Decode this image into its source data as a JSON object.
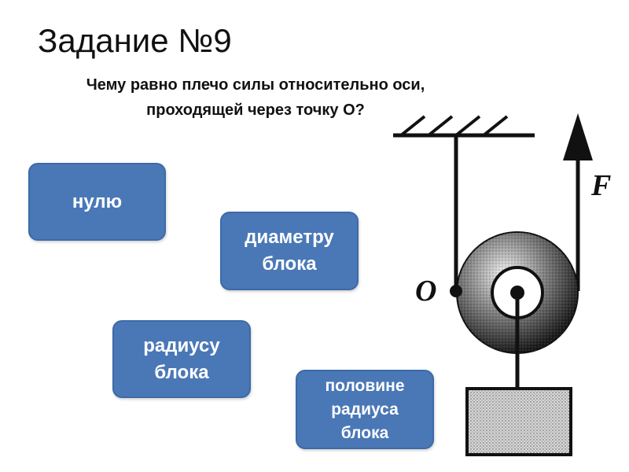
{
  "slide": {
    "title": "Задание №9",
    "question": "Чему равно плечо силы относительно оси,\nпроходящей через точку О?"
  },
  "answers": [
    {
      "label": "нулю"
    },
    {
      "label": "диаметру\nблока"
    },
    {
      "label": "радиусу\nблока"
    },
    {
      "label": "половине\nрадиуса\nблока"
    }
  ],
  "diagram": {
    "point_label": "O",
    "force_label": "F"
  },
  "colors": {
    "answer_fill": "#4a78b7",
    "answer_text": "#ffffff",
    "ink": "#111111"
  }
}
